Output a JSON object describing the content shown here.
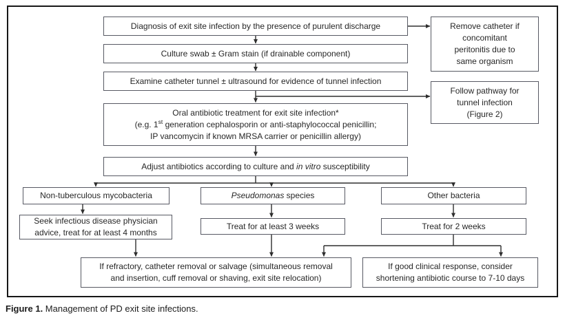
{
  "figure": {
    "caption_label": "Figure 1.",
    "caption_text": " Management of PD exit site infections."
  },
  "nodes": {
    "diagnosis": {
      "text": "Diagnosis of exit site infection by the presence of purulent discharge"
    },
    "remove_catheter": {
      "lines": [
        "Remove catheter if",
        "concomitant",
        "peritonitis due to",
        "same organism"
      ]
    },
    "culture_swab": {
      "text": "Culture swab ± Gram stain (if drainable component)"
    },
    "examine_tunnel": {
      "text": "Examine catheter tunnel ± ultrasound for evidence of tunnel infection"
    },
    "follow_pathway": {
      "lines": [
        "Follow pathway for",
        "tunnel infection",
        "(Figure 2)"
      ]
    },
    "oral_antibiotic": {
      "line1": "Oral antibiotic treatment for exit site infection*",
      "line2_pre": "(e.g. 1",
      "line2_sup": "st",
      "line2_post": " generation cephalosporin or anti-staphylococcal penicillin;",
      "line3": "IP vancomycin if known MRSA carrier or penicillin allergy)"
    },
    "adjust_antibiotics": {
      "pre": "Adjust antibiotics according to culture and ",
      "italic": "in vitro",
      "post": " susceptibility"
    },
    "ntm": {
      "text": "Non-tuberculous mycobacteria"
    },
    "pseudomonas": {
      "italic": "Pseudomonas",
      "post": " species"
    },
    "other_bacteria": {
      "text": "Other bacteria"
    },
    "seek_id_advice": {
      "lines": [
        "Seek infectious disease physician",
        "advice, treat for at least 4 months"
      ]
    },
    "treat_3_weeks": {
      "text": "Treat for at least 3 weeks"
    },
    "treat_2_weeks": {
      "text": "Treat for 2 weeks"
    },
    "refractory": {
      "lines": [
        "If refractory, catheter removal or salvage (simultaneous removal",
        "and insertion, cuff removal or shaving, exit site relocation)"
      ]
    },
    "good_response": {
      "lines": [
        "If good clinical response, consider",
        "shortening antibiotic course to 7-10 days"
      ]
    }
  },
  "colors": {
    "background": "#ffffff",
    "outer_border": "#161616",
    "box_border": "#565862",
    "connector": "#2e2e2e",
    "text": "#262626"
  }
}
